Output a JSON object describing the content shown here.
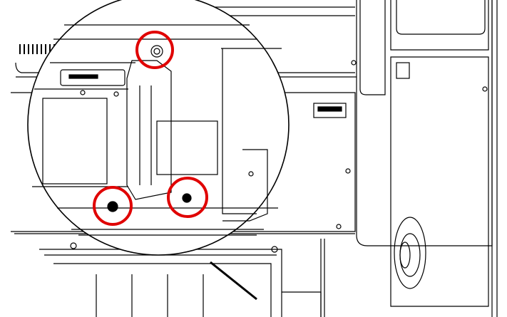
{
  "diagram": {
    "subject": "equipment-cabinet-detail",
    "line_color": "#000000",
    "callout_color": "#e00000",
    "callouts": [
      {
        "name": "top-fastener"
      },
      {
        "name": "bottom-left-fastener"
      },
      {
        "name": "bottom-right-fastener"
      }
    ]
  }
}
